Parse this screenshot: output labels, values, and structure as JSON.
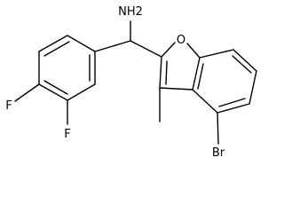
{
  "molecule": {
    "atoms": {
      "amine": "NH2",
      "oxygen": "O",
      "fluorine_4": "F",
      "fluorine_3": "F",
      "methyl": "",
      "bromine": "Br"
    }
  }
}
